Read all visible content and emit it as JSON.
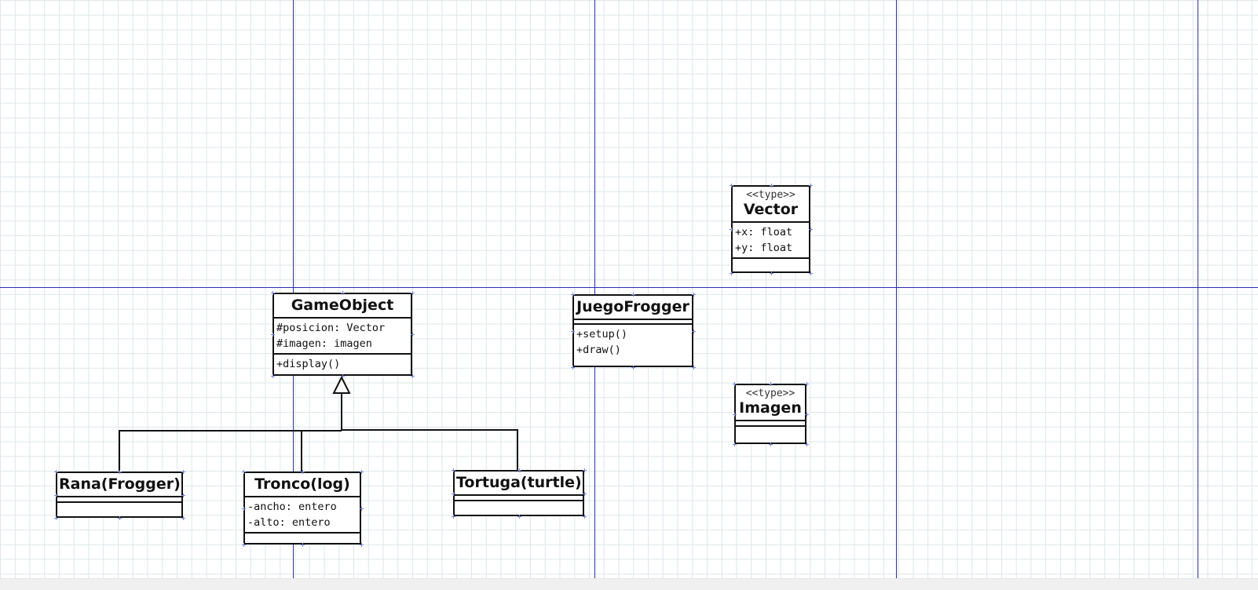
{
  "classes": {
    "gameobject": {
      "name": "GameObject",
      "attributes": [
        "#posicion: Vector",
        "#imagen: imagen"
      ],
      "operations": [
        "+display()"
      ]
    },
    "juegofrogger": {
      "name": "JuegoFrogger",
      "attributes": [],
      "operations": [
        "+setup()",
        "+draw()"
      ]
    },
    "vector": {
      "stereotype": "<<type>>",
      "name": "Vector",
      "attributes": [
        "+x: float",
        "+y: float"
      ],
      "operations": []
    },
    "imagen": {
      "stereotype": "<<type>>",
      "name": "Imagen",
      "attributes": [],
      "operations": []
    },
    "rana": {
      "name": "Rana(Frogger)",
      "attributes": [],
      "operations": []
    },
    "tronco": {
      "name": "Tronco(log)",
      "attributes": [
        "-ancho: entero",
        "-alto: entero"
      ],
      "operations": []
    },
    "tortuga": {
      "name": "Tortuga(turtle)",
      "attributes": [],
      "operations": []
    }
  },
  "relationships": [
    {
      "type": "generalization",
      "from": "Rana(Frogger)",
      "to": "GameObject"
    },
    {
      "type": "generalization",
      "from": "Tronco(log)",
      "to": "GameObject"
    },
    {
      "type": "generalization",
      "from": "Tortuga(turtle)",
      "to": "GameObject"
    }
  ],
  "colors": {
    "grid": "#dde6ea",
    "guide_lines": "#2b2fb0",
    "selection_handles": "#7a86d8",
    "box_border": "#111111"
  }
}
